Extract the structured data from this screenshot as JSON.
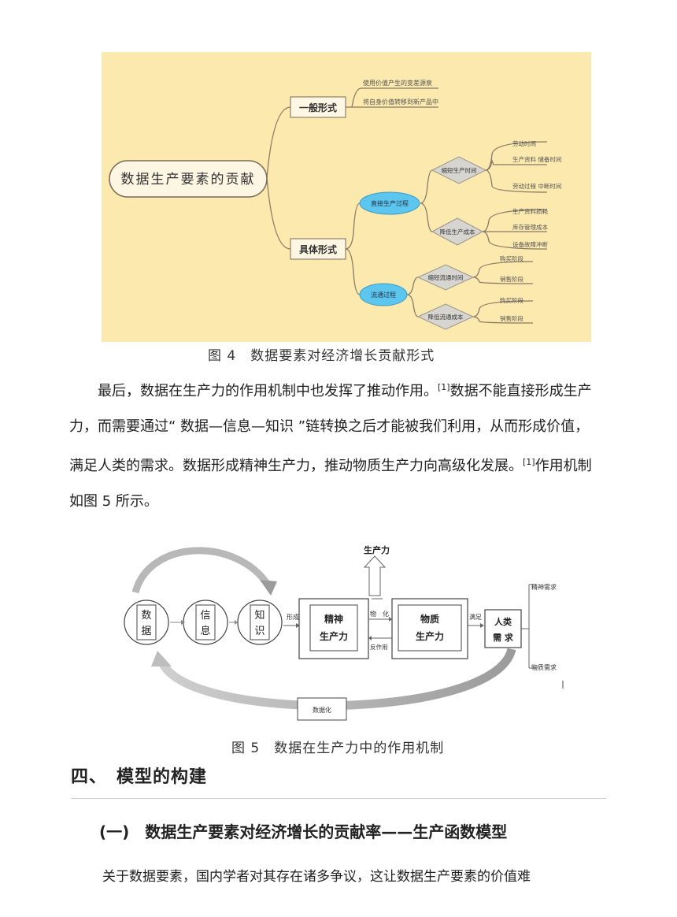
{
  "figure4": {
    "root": "数据生产要素的贡献",
    "general_form": "一般形式",
    "general_items": [
      "使用价值产生的变差源泉",
      "将自身价值转移到新产品中"
    ],
    "specific_form": "具体形式",
    "production": "直接生产过程",
    "production_subs": [
      "缩短生产时间",
      "降低生产成本"
    ],
    "time_items": [
      "劳动时间",
      "生产资料\n储备时间",
      "劳动过程\n中断时间"
    ],
    "cost_items": [
      "生产资料损耗",
      "库存管理成本",
      "设备故障冲断"
    ],
    "circulation": "流通过程",
    "circulation_subs": [
      "缩短流通时间",
      "降低流通成本"
    ],
    "circ_time_items": [
      "购买阶段",
      "销售阶段"
    ],
    "circ_cost_items": [
      "购买阶段",
      "销售阶段"
    ],
    "caption": "图 4　数据要素对经济增长贡献形式"
  },
  "paragraph": {
    "s1": "最后，数据在生产力的作用机制中也发挥了推动作用。",
    "c1": "[1]",
    "s2": "数据不能直接形成生产力，而需要通过“ 数据—信息—知识 ”链转换之后才能被我们利用，从而形成价值，满足人类的需求。数据形成精神生产力，推动物质生产力向高级化发展。",
    "c2": "[1]",
    "s3": "作用机制如图 5 所示。"
  },
  "figure5": {
    "shengchanli": "生产力",
    "data": "数\n据",
    "info": "信\n息",
    "knowledge": "知\n识",
    "xingcheng": "形成",
    "spiritual": "精神\n生产力",
    "material": "物质\n生产力",
    "wuhua": "物　化",
    "fanzuoyong": "反作用",
    "manzu": "满足",
    "human_needs": "人类\n需 求",
    "spiritual_needs": "精神需求",
    "material_needs": "物质需求",
    "shujuhua": "数据化",
    "caption": "图 5　数据在生产力中的作用机制"
  },
  "section": {
    "heading": "四、　模型的构建",
    "subheading": "(一)　数据生产要素对经济增长的贡献率——生产函数模型",
    "last_line": "关于数据要素，国内学者对其存在诸多争议，这让数据生产要素的价值难"
  }
}
